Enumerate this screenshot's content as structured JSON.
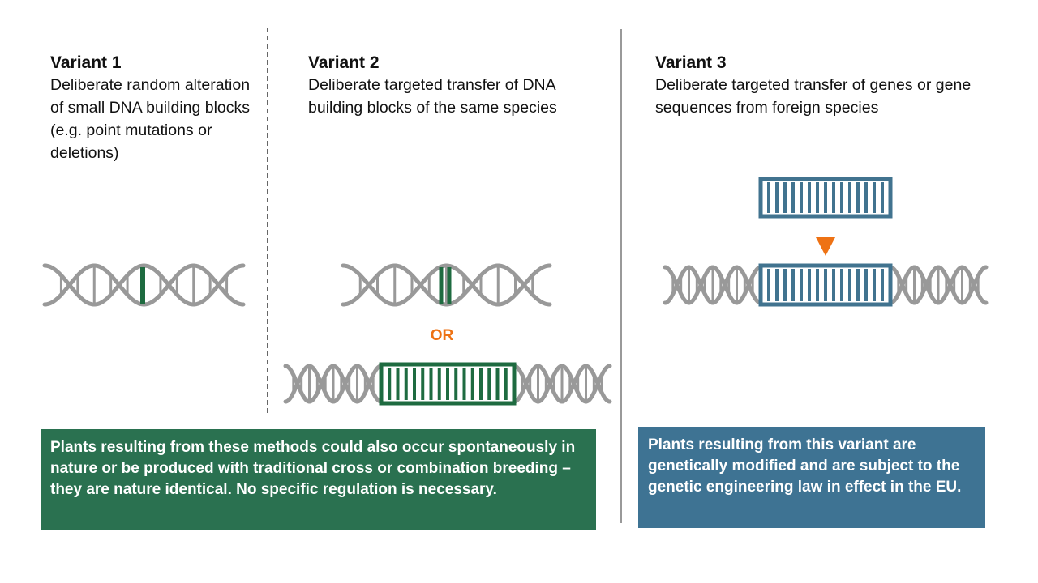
{
  "variants": [
    {
      "title": "Variant 1",
      "description": "Deliberate random alteration of small DNA building blocks (e.g. point mutations or deletions)"
    },
    {
      "title": "Variant 2",
      "description": "Deliberate targeted transfer of DNA building blocks of the same species"
    },
    {
      "title": "Variant 3",
      "description": "Deliberate targeted transfer of genes or gene sequences from foreign species"
    }
  ],
  "or_label": "OR",
  "boxes": {
    "green": "Plants resulting from these methods could also occur spontaneously in nature or be produced with traditional cross or combination breeding – they are nature identical. No specific regulation is necessary.",
    "blue": "Plants resulting from this variant are genetically modified and are subject to the genetic engineering law in effect in the EU."
  },
  "colors": {
    "dna_gray": "#999999",
    "green": "#2a7150",
    "dark_green": "#1e6b40",
    "blue": "#3e7393",
    "blue_segment": "#41738f",
    "orange": "#ee7214",
    "text": "#111111"
  },
  "icons": [
    "dna-helix-icon",
    "gene-insert-icon",
    "arrow-down-icon"
  ]
}
